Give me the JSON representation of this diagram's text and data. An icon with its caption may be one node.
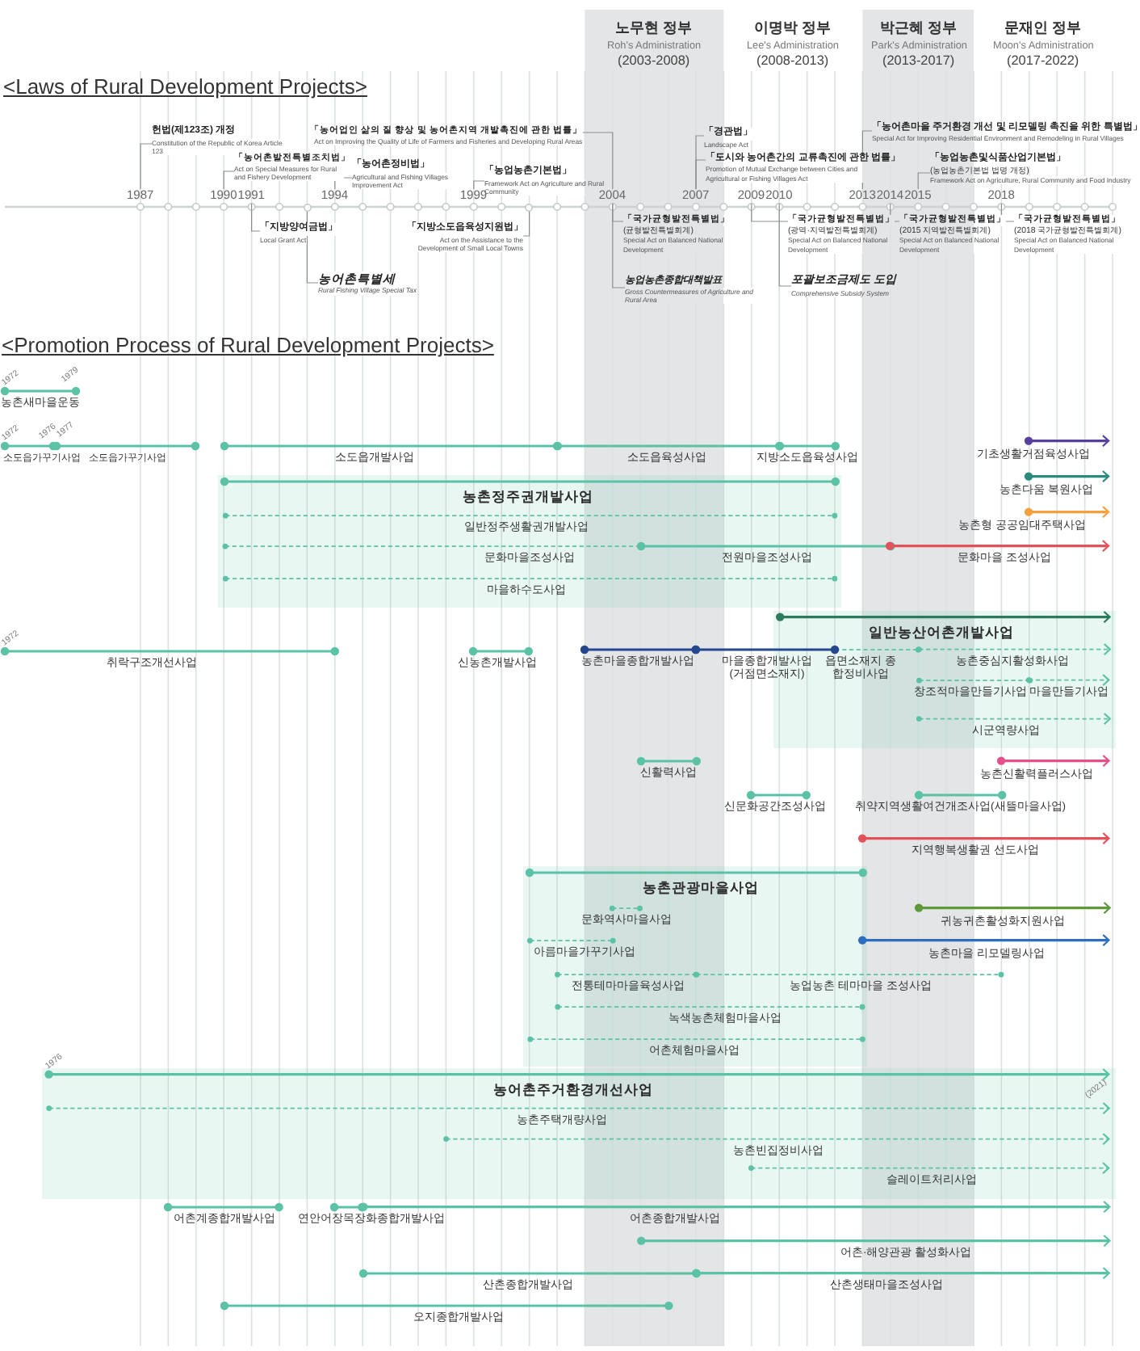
{
  "diagram": {
    "nodes": [
      {
        "text": [
          "헌법(제123조) 개정",
          "Constitution of the Republic of Korea Article 123"
        ]
      },
      {
        "text": [
          "「농어촌발전특별조치법」",
          "Act on Special Measures for Rural and Fishery Development"
        ]
      },
      {
        "text": [
          "「농어업인 삶의 질 향상 및 농어촌지역 개발촉진에 관한 법률」",
          "Act on Improving the Quality of Life of Farmers and Fisheries and Developing Rural Areas"
        ]
      },
      {
        "text": [
          "「농어촌정비법」",
          "Agricultural and Fishing Villages Improvement Act"
        ]
      },
      {
        "text": [
          "「농업농촌기본법」",
          "Framework Act on Agriculture and Rural Community"
        ]
      },
      {
        "text": [
          "「경관법」",
          "Landscape Act"
        ]
      },
      {
        "text": [
          "「도시와 농어촌간의 교류촉진에 관한 법률」",
          "Promotion of Mutual Exchange between Cities and Agricultural or Fishing Villages Act"
        ]
      },
      {
        "text": [
          "「농어촌마을 주거환경 개선 및 리모델링 촉진을 위한 특별법」",
          "Special Act for Improving Residential Environment and Remodeling in Rural Villages"
        ]
      },
      {
        "text": [
          "「농업농촌및식품산업기본법」",
          "(농업농촌기본법 법명 개정)",
          "Framework Act on Agriculture, Rural Community and Food Industry"
        ]
      },
      {
        "text": [
          "1987"
        ]
      },
      {
        "text": [
          "1990"
        ]
      },
      {
        "text": [
          "1991"
        ]
      },
      {
        "text": [
          "1994"
        ]
      },
      {
        "text": [
          "1999"
        ]
      },
      {
        "text": [
          "2004"
        ]
      },
      {
        "text": [
          "2007"
        ]
      },
      {
        "text": [
          "2009"
        ]
      },
      {
        "text": [
          "2010"
        ]
      },
      {
        "text": [
          "2013"
        ]
      },
      {
        "text": [
          "2014"
        ]
      },
      {
        "text": [
          "2015"
        ]
      },
      {
        "text": [
          "2018"
        ]
      },
      {
        "text": [],
        "shape": "circle"
      },
      {
        "text": [],
        "shape": "circle"
      },
      {
        "text": [
          "「지방양여금법」",
          "Local Grant Act"
        ]
      },
      {
        "text": [
          "농어촌특별세",
          "Rural Fishing Village Special Tax"
        ]
      },
      {
        "text": [
          "「지방소도읍육성지원법」",
          "Act on the Assistance to the Development of Small Local Towns"
        ]
      },
      {
        "text": [
          "「국가균형발전특별법」",
          "(균형발전특별회계)",
          "Special Act on Balanced National Development"
        ]
      },
      {
        "text": [
          "농업농촌종합대책발표",
          "Gross Countermeasures of Agriculture and Rural Area"
        ]
      },
      {
        "text": [
          "「국가균형발전특별법」",
          "(광역·지역발전특별회계)",
          "Special Act on Balanced National Development"
        ]
      },
      {
        "text": [
          "포괄보조금제도 도입",
          "Comprehensive Subsidy System"
        ]
      },
      {
        "text": [
          "「국가균형발전특별법」",
          "(2015 지역발전특별회계)",
          "Special Act on Balanced National Development"
        ]
      },
      {
        "text": [
          "「국가균형발전특별법」",
          "(2018 국가균형발전특별회계)",
          "Special Act on Balanced National Development"
        ]
      },
      {
        "text": [
          "농촌새마을운동"
        ],
        "beside": [
          "1972",
          "1979"
        ]
      },
      {
        "text": [
          "소도읍가꾸기사업"
        ],
        "beside": [
          "1972",
          "1976"
        ]
      },
      {
        "text": [
          "소도읍가꾸기사업"
        ],
        "beside": [
          "1977"
        ]
      },
      {
        "text": [
          "소도읍개발사업"
        ]
      },
      {
        "text": [
          "소도읍육성사업"
        ]
      },
      {
        "text": [
          "지방소도읍육성사업"
        ]
      },
      {
        "text": [
          "기초생활거점육성사업"
        ]
      },
      {
        "text": [
          "농촌정주권개발사업"
        ]
      },
      {
        "text": [
          "일반정주생활권개발사업"
        ],
        "in": 40
      },
      {
        "text": [
          "문화마을조성사업"
        ],
        "in": 40
      },
      {
        "text": [
          "마을하수도사업"
        ],
        "in": 40
      },
      {
        "text": [
          "농촌다움 복원사업"
        ]
      },
      {
        "text": [
          "농촌형 공공임대주택사업"
        ]
      },
      {
        "text": [
          "전원마을조성사업"
        ]
      },
      {
        "text": [
          "문화마을 조성사업"
        ]
      },
      {
        "text": [
          "일반농산어촌개발사업"
        ]
      },
      {
        "text": [
          "취락구조개선사업"
        ],
        "beside": [
          "1972"
        ]
      },
      {
        "text": [
          "신농촌개발사업"
        ]
      },
      {
        "text": [
          "농촌마을종합개발사업"
        ]
      },
      {
        "text": [
          "마을종합개발사업 (거점면소재지)"
        ]
      },
      {
        "text": [
          "읍면소재지 종합정비사업"
        ],
        "in": 48
      },
      {
        "text": [
          "농촌중심지활성화사업"
        ],
        "in": 48
      },
      {
        "text": [
          "창조적마을만들기사업"
        ],
        "in": 48
      },
      {
        "text": [
          "마을만들기사업"
        ],
        "in": 48
      },
      {
        "text": [
          "시군역량사업"
        ],
        "in": 48
      },
      {
        "text": [
          "신활력사업"
        ]
      },
      {
        "text": [
          "농촌신활력플러스사업"
        ]
      },
      {
        "text": [
          "신문화공간조성사업"
        ]
      },
      {
        "text": [
          "취약지역생활여건개조사업(새뜰마을사업)"
        ]
      },
      {
        "text": [
          "지역행복생활권 선도사업"
        ]
      },
      {
        "text": [
          "농촌관광마을사업"
        ]
      },
      {
        "text": [
          "문화역사마을사업"
        ],
        "in": 63
      },
      {
        "text": [
          "귀농귀촌활성화지원사업"
        ]
      },
      {
        "text": [
          "아름마을가꾸기사업"
        ],
        "in": 63
      },
      {
        "text": [
          "농촌마을 리모델링사업"
        ]
      },
      {
        "text": [
          "전통테마마을육성사업"
        ],
        "in": 63
      },
      {
        "text": [
          "농업농촌 테마마을 조성사업"
        ]
      },
      {
        "text": [
          "녹색농촌체험마을사업"
        ],
        "in": 63
      },
      {
        "text": [
          "어촌체험마을사업"
        ],
        "in": 63
      },
      {
        "text": [
          "농어촌주거환경개선사업"
        ],
        "beside": [
          "1976",
          "(2021)"
        ]
      },
      {
        "text": [
          "농촌주택개량사업"
        ],
        "in": 72
      },
      {
        "text": [
          "농촌빈집정비사업"
        ],
        "in": 72
      },
      {
        "text": [
          "슬레이트처리사업"
        ],
        "in": 72
      },
      {
        "text": [
          "어촌계종합개발사업"
        ]
      },
      {
        "text": [
          "연안어장목장화종합개발사업"
        ]
      },
      {
        "text": [
          "어촌종합개발사업"
        ]
      },
      {
        "text": [
          "어촌·해양관광 활성화사업"
        ]
      },
      {
        "text": [
          "산촌종합개발사업"
        ]
      },
      {
        "text": [
          "산촌생태마을조성사업"
        ]
      },
      {
        "text": [
          "오지종합개발사업"
        ]
      }
    ],
    "edges": [
      {
        "from": 0,
        "to": 9,
        "arrow": "none"
      },
      {
        "from": 1,
        "to": 10,
        "arrow": "none"
      },
      {
        "from": 2,
        "to": 14,
        "arrow": "none"
      },
      {
        "from": 3,
        "to": 12,
        "arrow": "none"
      },
      {
        "from": 4,
        "to": 13,
        "arrow": "none"
      },
      {
        "from": 5,
        "to": 15,
        "arrow": "none"
      },
      {
        "from": 6,
        "to": 15,
        "arrow": "none"
      },
      {
        "from": 7,
        "to": 18,
        "arrow": "none"
      },
      {
        "from": 8,
        "to": 20,
        "arrow": "none"
      },
      {
        "from": 24,
        "to": 11,
        "arrow": "none"
      },
      {
        "from": 25,
        "to": 22,
        "arrow": "none"
      },
      {
        "from": 26,
        "to": 23,
        "arrow": "none"
      },
      {
        "from": 27,
        "to": 14,
        "arrow": "none"
      },
      {
        "from": 28,
        "to": 14,
        "arrow": "none"
      },
      {
        "from": 29,
        "to": 16,
        "arrow": "none"
      },
      {
        "from": 30,
        "to": 17,
        "arrow": "none"
      },
      {
        "from": 31,
        "to": 19,
        "arrow": "none"
      },
      {
        "from": 32,
        "to": 21,
        "arrow": "none"
      }
    ],
    "labels": [
      "노무현 정부",
      "Roh's Administration",
      "(2003-2008)",
      "이명박 정부",
      "Lee's Administration",
      "(2008-2013)",
      "박근혜 정부",
      "Park's Administration",
      "(2013-2017)",
      "문재인 정부",
      "Moon's Administration",
      "(2017-2022)",
      "<Laws of Rural Development Projects>",
      "<Promotion Process of Rural Development Projects>"
    ]
  }
}
